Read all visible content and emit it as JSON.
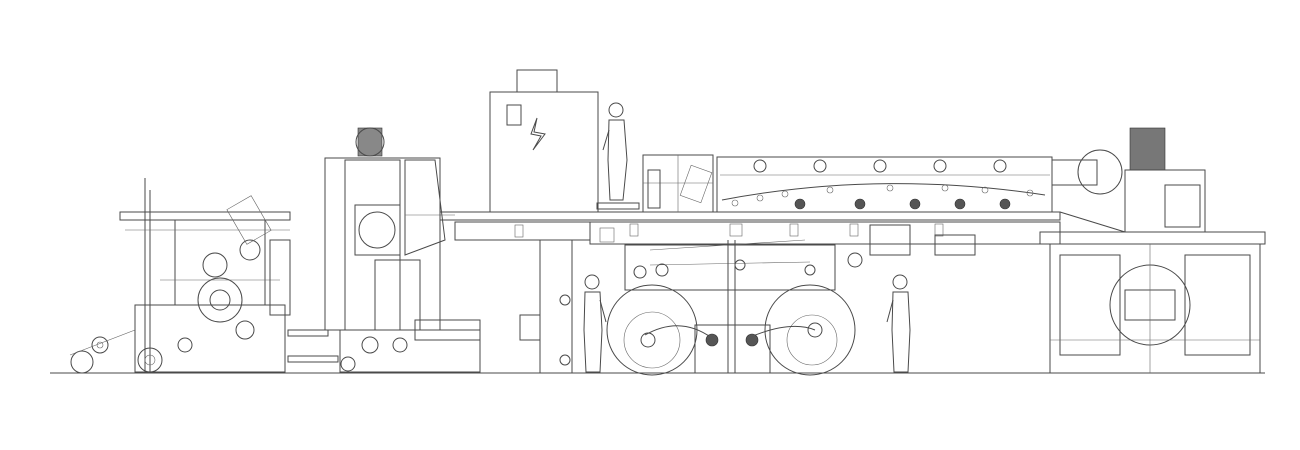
{
  "drawing": {
    "colors": {
      "background": "#ffffff",
      "line": "#4a4a4a",
      "detail": "#666666"
    },
    "components": [
      "unwinder",
      "coating-tower",
      "electrical-cabinet",
      "operator-platform",
      "drying-oven",
      "blower-unit",
      "rewinder",
      "roll-storage",
      "operator-figure"
    ],
    "icons": [
      "lightning-bolt-icon"
    ]
  }
}
